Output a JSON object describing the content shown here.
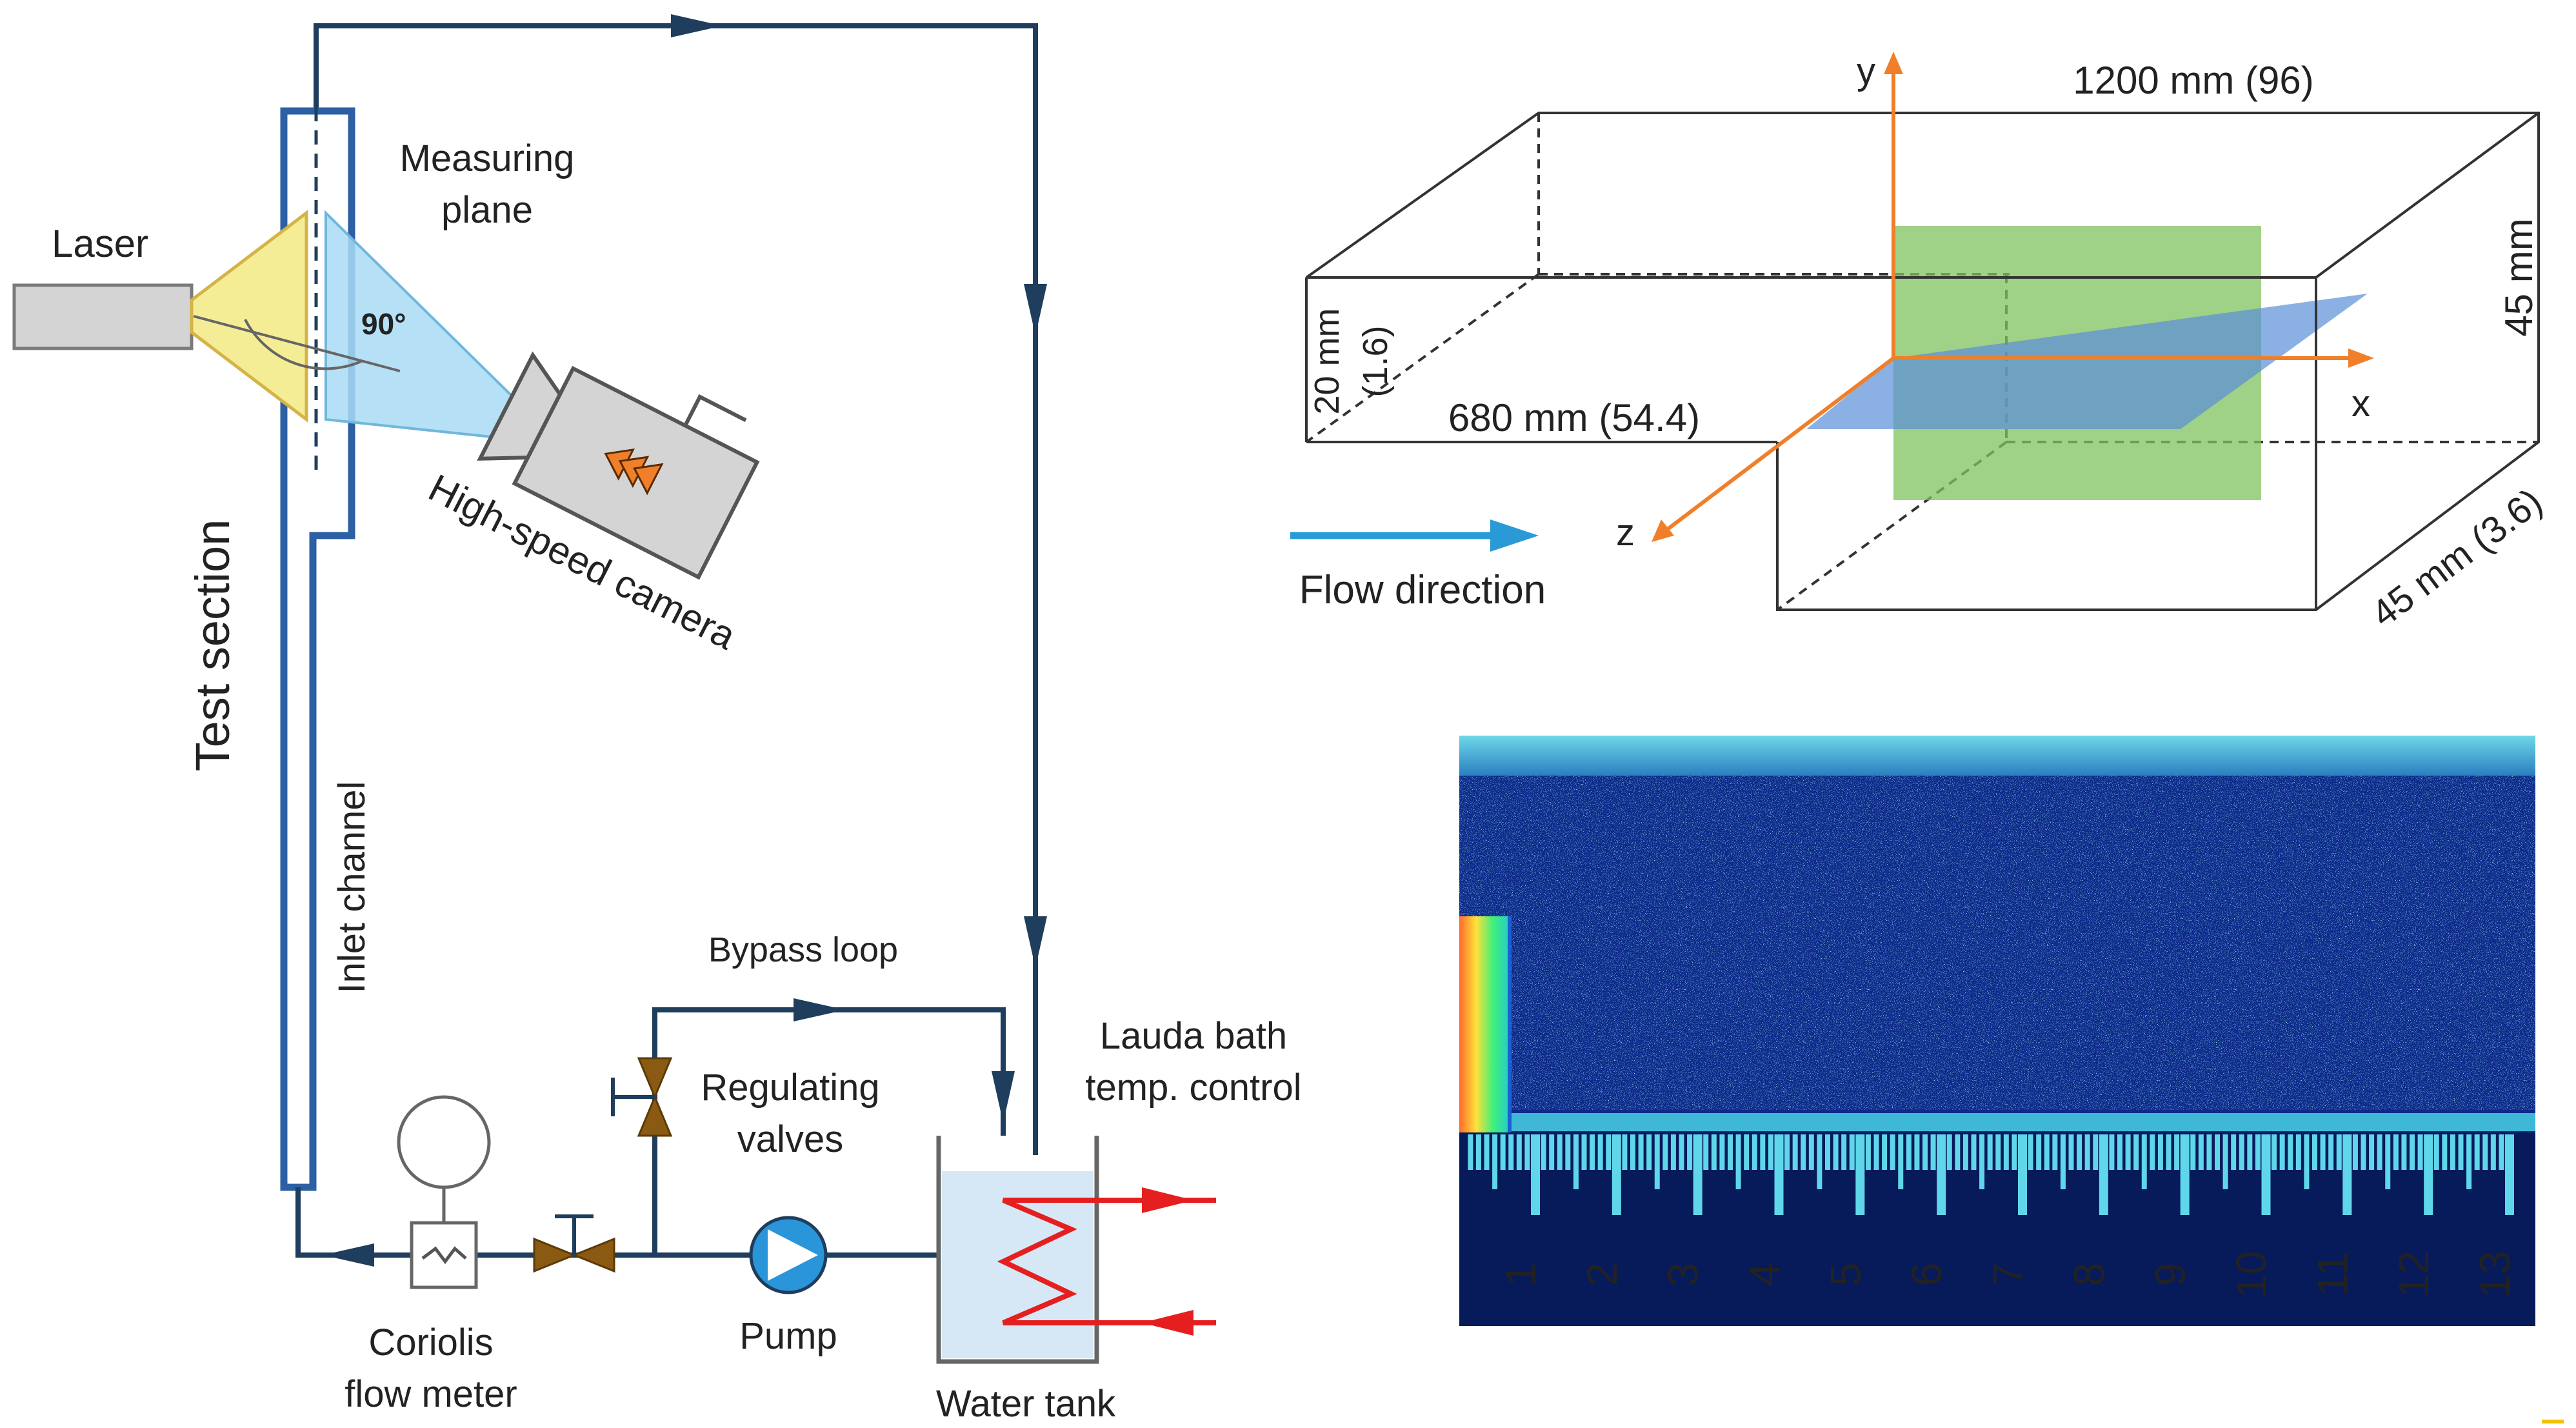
{
  "labels": {
    "laser": "Laser",
    "measuring_plane_1": "Measuring",
    "measuring_plane_2": "plane",
    "angle": "90°",
    "camera": "High-speed camera",
    "test_section": "Test section",
    "inlet_channel": "Inlet channel",
    "bypass_loop": "Bypass loop",
    "regulating_1": "Regulating",
    "regulating_2": "valves",
    "lauda_1": "Lauda bath",
    "lauda_2": "temp. control",
    "coriolis_1": "Coriolis",
    "coriolis_2": "flow meter",
    "pump": "Pump",
    "water_tank": "Water tank"
  },
  "channel3d": {
    "length_top": "1200 mm (96)",
    "height_right": "45 mm",
    "width_right": "45 mm (3.6)",
    "step_height_1": "20 mm",
    "step_height_2": "(1.6)",
    "inlet_length": "680 mm (54.4)",
    "axis_x": "x",
    "axis_y": "y",
    "axis_z": "z",
    "flow_direction": "Flow direction"
  },
  "ruler": {
    "ticks": [
      "1",
      "2",
      "3",
      "4",
      "5",
      "6",
      "7",
      "8",
      "9",
      "10",
      "11",
      "12",
      "13"
    ]
  },
  "colors": {
    "pipe": "#1f3d5c",
    "test_section": "#2c5fa3",
    "laser_sheet": "#f5ec96",
    "camera_view": "#a9dbf3",
    "axis": "#f07f2a",
    "flow_arrow": "#2a9ad6",
    "green_plane": "#7fc25f",
    "blue_plane": "#5a8fd8",
    "heater": "#e51f1f",
    "valve": "#8b5a12",
    "pump": "#2a95d8",
    "piv_bg": "#0d2a8a",
    "piv_ruler": "#5fd6ea"
  }
}
